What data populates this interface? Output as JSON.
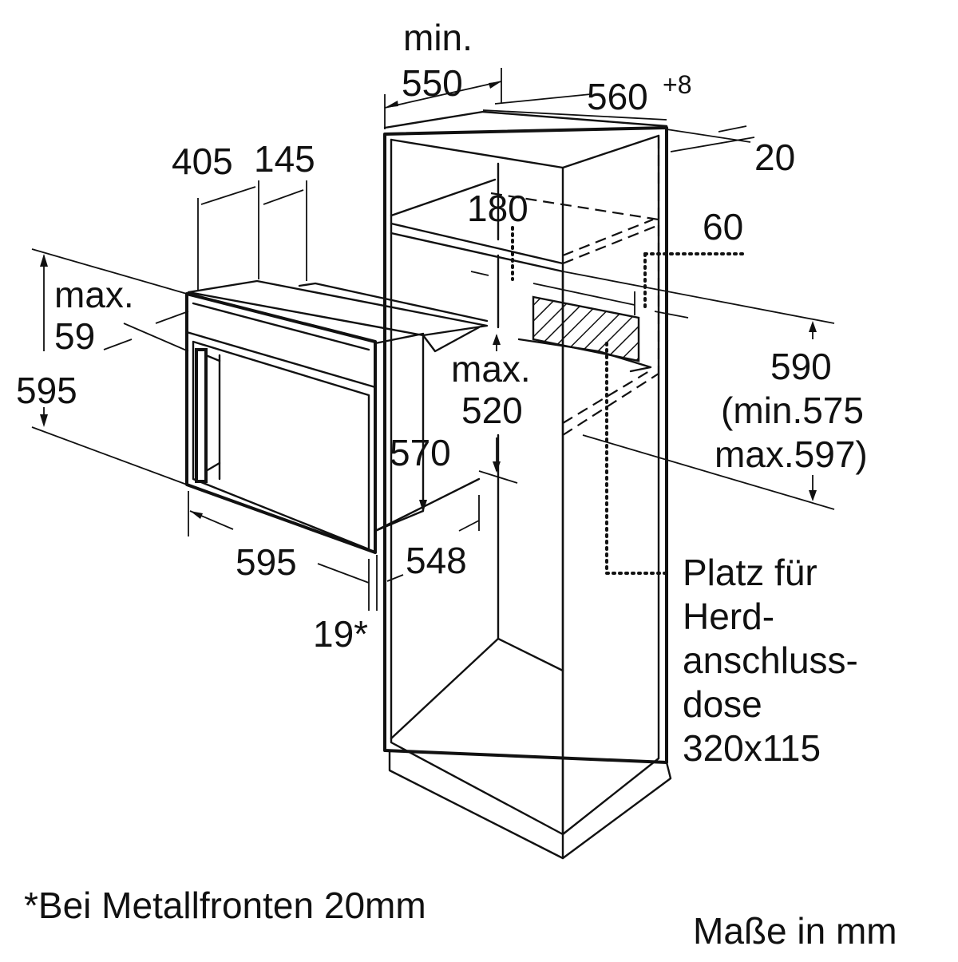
{
  "diagram": {
    "cabinet": {
      "depth_min_label_line1": "min.",
      "depth_min_label_line2": "550",
      "width_label": "560",
      "width_tolerance": "+8",
      "rear_gap_label": "20",
      "opening_top_label": "180",
      "vent_label": "60",
      "height_label": "590",
      "height_min_label": "(min.575",
      "height_max_label": "max.597)",
      "max_label": "max.",
      "max_depth_label": "520",
      "inner_depth_label": "548"
    },
    "oven": {
      "top_depth_a_label": "405",
      "top_depth_b_label": "145",
      "panel_max_label": "max.",
      "panel_max_value": "59",
      "height_label": "595",
      "body_height_label": "570",
      "width_label": "595",
      "front_thickness_label": "19*"
    },
    "socket_note": {
      "line1": "Platz für",
      "line2": "Herd-",
      "line3": "anschluss-",
      "line4": "dose",
      "line5": "320x115"
    },
    "footnote": "*Bei Metallfronten 20mm",
    "units_note": "Maße in mm"
  }
}
